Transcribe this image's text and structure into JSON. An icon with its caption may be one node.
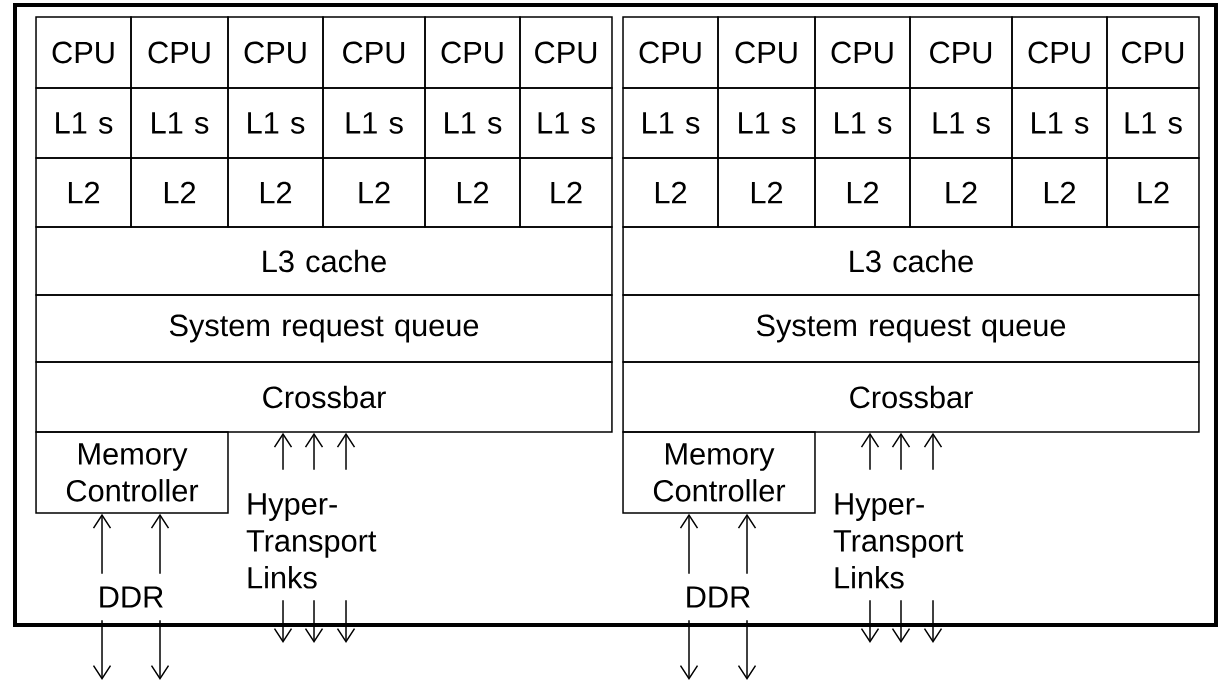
{
  "diagram": {
    "nodes": [
      {
        "text": [
          "CPU"
        ]
      },
      {
        "text": [
          "CPU"
        ]
      },
      {
        "text": [
          "CPU"
        ]
      },
      {
        "text": [
          "CPU"
        ]
      },
      {
        "text": [
          "CPU"
        ]
      },
      {
        "text": [
          "CPU"
        ]
      },
      {
        "text": [
          "L1 s"
        ]
      },
      {
        "text": [
          "L1 s"
        ]
      },
      {
        "text": [
          "L1 s"
        ]
      },
      {
        "text": [
          "L1 s"
        ]
      },
      {
        "text": [
          "L1 s"
        ]
      },
      {
        "text": [
          "L1 s"
        ]
      },
      {
        "text": [
          "L2"
        ]
      },
      {
        "text": [
          "L2"
        ]
      },
      {
        "text": [
          "L2"
        ]
      },
      {
        "text": [
          "L2"
        ]
      },
      {
        "text": [
          "L2"
        ]
      },
      {
        "text": [
          "L2"
        ]
      },
      {
        "text": [
          "L3 cache"
        ]
      },
      {
        "text": [
          "System request queue"
        ]
      },
      {
        "text": [
          "Crossbar"
        ]
      },
      {
        "text": [
          "Memory Controller"
        ]
      },
      {
        "text": [
          "DDR"
        ]
      },
      {
        "text": [
          "Hyper- Transport Links"
        ]
      },
      {
        "text": [
          "CPU"
        ]
      },
      {
        "text": [
          "CPU"
        ]
      },
      {
        "text": [
          "CPU"
        ]
      },
      {
        "text": [
          "CPU"
        ]
      },
      {
        "text": [
          "CPU"
        ]
      },
      {
        "text": [
          "CPU"
        ]
      },
      {
        "text": [
          "L1 s"
        ]
      },
      {
        "text": [
          "L1 s"
        ]
      },
      {
        "text": [
          "L1 s"
        ]
      },
      {
        "text": [
          "L1 s"
        ]
      },
      {
        "text": [
          "L1 s"
        ]
      },
      {
        "text": [
          "L1 s"
        ]
      },
      {
        "text": [
          "L2"
        ]
      },
      {
        "text": [
          "L2"
        ]
      },
      {
        "text": [
          "L2"
        ]
      },
      {
        "text": [
          "L2"
        ]
      },
      {
        "text": [
          "L2"
        ]
      },
      {
        "text": [
          "L2"
        ]
      },
      {
        "text": [
          "L3 cache"
        ]
      },
      {
        "text": [
          "System request queue"
        ]
      },
      {
        "text": [
          "Crossbar"
        ]
      },
      {
        "text": [
          "Memory Controller"
        ]
      },
      {
        "text": [
          "DDR"
        ]
      },
      {
        "text": [
          "Hyper- Transport Links"
        ]
      }
    ],
    "edges": [
      {
        "from": 22,
        "to": 21,
        "arrow": "to"
      },
      {
        "from": 22,
        "to": 21,
        "arrow": "to"
      },
      {
        "from": 22,
        "to": null,
        "arrow": "to"
      },
      {
        "from": 22,
        "to": null,
        "arrow": "to"
      },
      {
        "from": 23,
        "to": 20,
        "arrow": "to"
      },
      {
        "from": 23,
        "to": 20,
        "arrow": "to"
      },
      {
        "from": 23,
        "to": 20,
        "arrow": "to"
      },
      {
        "from": 23,
        "to": null,
        "arrow": "to"
      },
      {
        "from": 23,
        "to": null,
        "arrow": "to"
      },
      {
        "from": 23,
        "to": null,
        "arrow": "to"
      },
      {
        "from": 46,
        "to": 45,
        "arrow": "to"
      },
      {
        "from": 46,
        "to": 45,
        "arrow": "to"
      },
      {
        "from": 46,
        "to": null,
        "arrow": "to"
      },
      {
        "from": 46,
        "to": null,
        "arrow": "to"
      },
      {
        "from": 47,
        "to": 44,
        "arrow": "to"
      },
      {
        "from": 47,
        "to": 44,
        "arrow": "to"
      },
      {
        "from": 47,
        "to": 44,
        "arrow": "to"
      },
      {
        "from": 47,
        "to": null,
        "arrow": "to"
      },
      {
        "from": 47,
        "to": null,
        "arrow": "to"
      },
      {
        "from": 47,
        "to": null,
        "arrow": "to"
      }
    ]
  }
}
